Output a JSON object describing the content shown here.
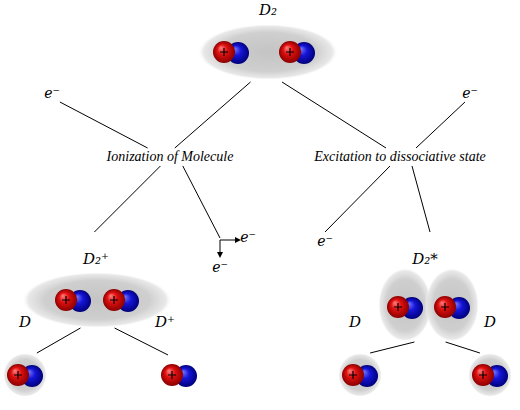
{
  "diagram": {
    "nodes": [
      {
        "text": [
          "D₂"
        ]
      },
      {
        "text": [
          "e⁻"
        ]
      },
      {
        "text": [
          "e⁻"
        ]
      },
      {
        "text": [
          "Ionization of Molecule"
        ]
      },
      {
        "text": [
          "Excitation to dissociative state"
        ]
      },
      {
        "text": [
          "D₂⁺"
        ]
      },
      {
        "text": [
          "e⁻",
          "e⁻"
        ]
      },
      {
        "text": [
          "e⁻"
        ]
      },
      {
        "text": [
          "D₂*"
        ]
      },
      {
        "text": [
          "D"
        ]
      },
      {
        "text": [
          "D⁺"
        ]
      },
      {
        "text": [
          "D"
        ]
      },
      {
        "text": [
          "D"
        ]
      }
    ],
    "edges": [
      {
        "from": 1,
        "to": 3,
        "arrow": "none"
      },
      {
        "from": 0,
        "to": 3,
        "arrow": "none"
      },
      {
        "from": 0,
        "to": 4,
        "arrow": "none"
      },
      {
        "from": 2,
        "to": 4,
        "arrow": "none"
      },
      {
        "from": 3,
        "to": 5,
        "arrow": "none"
      },
      {
        "from": 3,
        "to": 6,
        "arrow": "none"
      },
      {
        "from": 4,
        "to": 7,
        "arrow": "none"
      },
      {
        "from": 4,
        "to": 8,
        "arrow": "none"
      },
      {
        "from": 5,
        "to": 9,
        "arrow": "none"
      },
      {
        "from": 5,
        "to": 10,
        "arrow": "none"
      },
      {
        "from": 8,
        "to": 11,
        "arrow": "none"
      },
      {
        "from": 8,
        "to": 12,
        "arrow": "none"
      }
    ]
  }
}
